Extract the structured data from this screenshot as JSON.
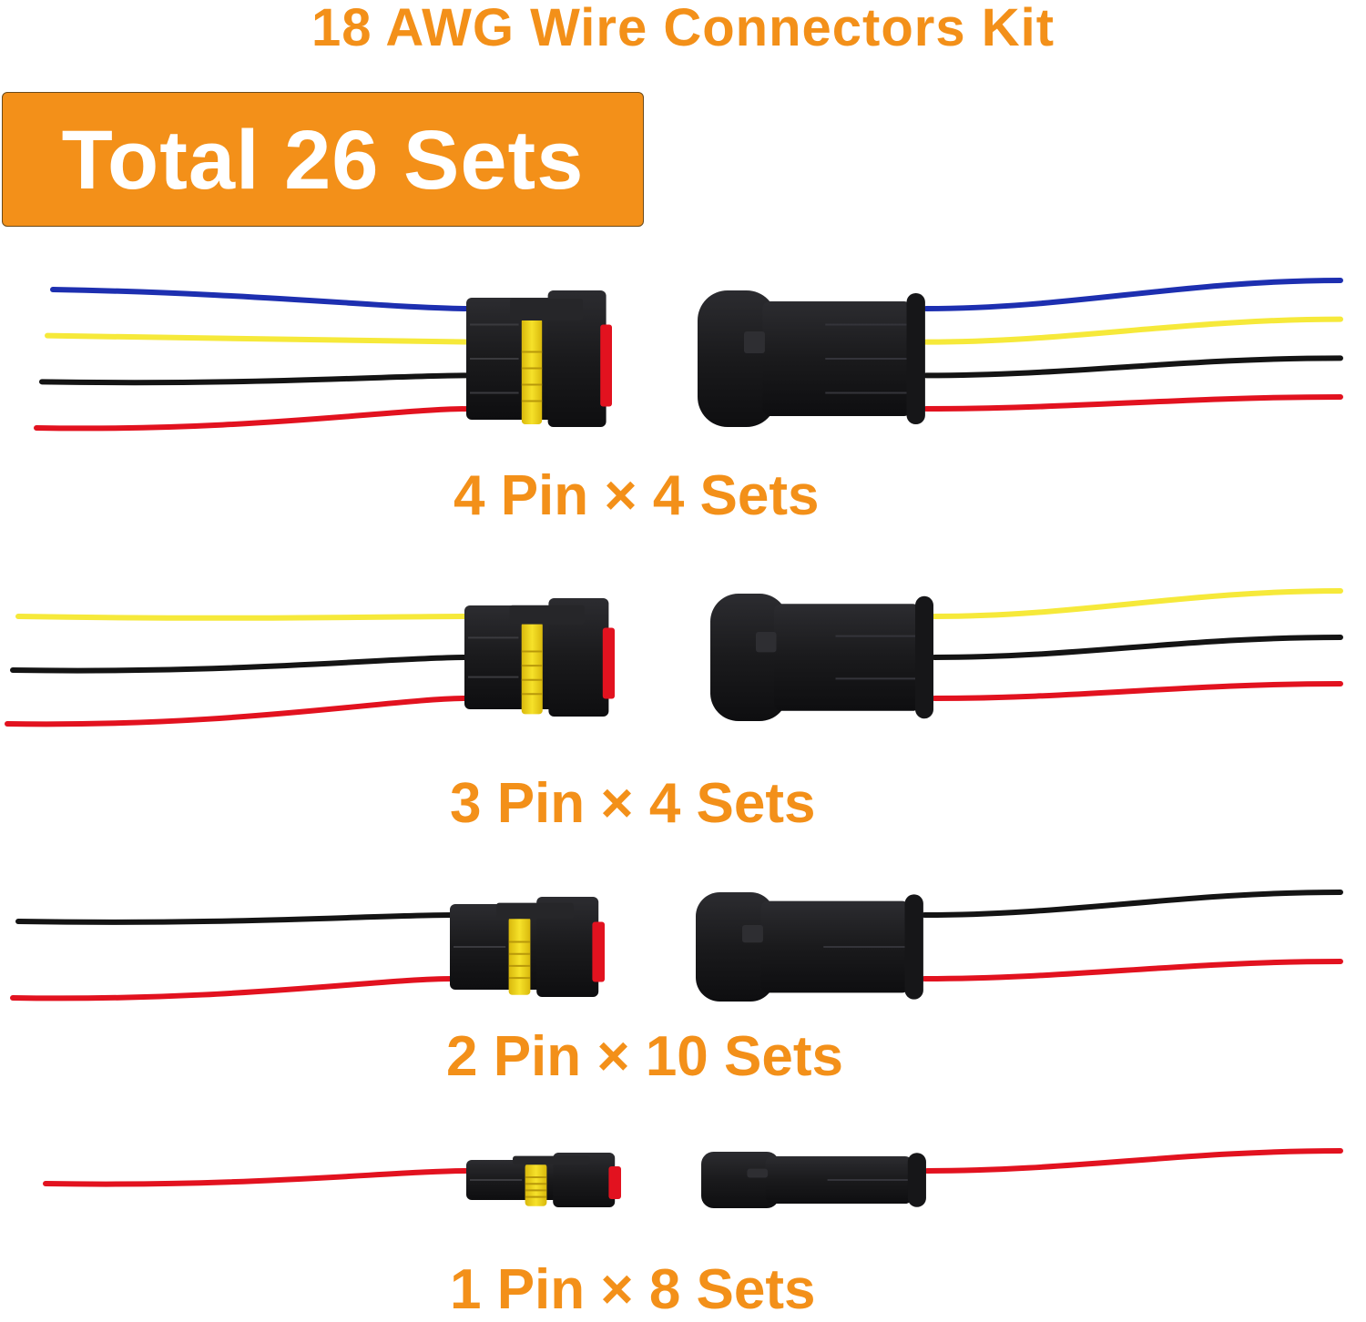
{
  "header": {
    "title": "18 AWG Wire Connectors Kit",
    "badge": "Total 26 Sets"
  },
  "kit": [
    {
      "label": "4 Pin × 4 Sets",
      "pins": 4,
      "sets": 4,
      "wire_colors": [
        "#1d2fb0",
        "#f6e93a",
        "#141414",
        "#e2121f"
      ]
    },
    {
      "label": "3 Pin × 4 Sets",
      "pins": 3,
      "sets": 4,
      "wire_colors": [
        "#f6e93a",
        "#141414",
        "#e2121f"
      ]
    },
    {
      "label": "2 Pin × 10 Sets",
      "pins": 2,
      "sets": 10,
      "wire_colors": [
        "#141414",
        "#e2121f"
      ]
    },
    {
      "label": "1 Pin × 8 Sets",
      "pins": 1,
      "sets": 8,
      "wire_colors": [
        "#e2121f"
      ]
    }
  ],
  "colors": {
    "accent": "#f39019",
    "connector_body": "#1b1b1d",
    "seal": "#f2d61a",
    "lock_tab": "#e2121f"
  },
  "icons": [
    "female-connector-icon",
    "male-connector-icon",
    "wire-icon"
  ]
}
